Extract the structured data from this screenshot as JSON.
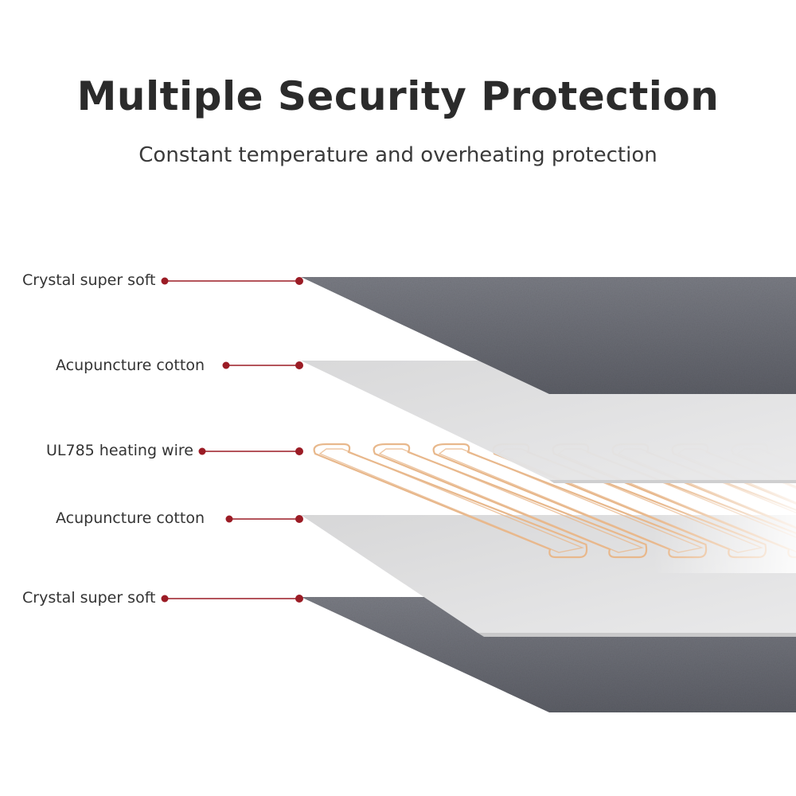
{
  "header": {
    "title": "Multiple Security Protection",
    "subtitle": "Constant temperature and overheating protection"
  },
  "layers": [
    {
      "label": "Crystal super soft",
      "material": "plush"
    },
    {
      "label": "Acupuncture cotton",
      "material": "cotton"
    },
    {
      "label": "UL785 heating wire",
      "material": "wire"
    },
    {
      "label": "Acupuncture cotton",
      "material": "cotton"
    },
    {
      "label": "Crystal super soft",
      "material": "plush"
    }
  ],
  "colors": {
    "plush": "#6c6e76",
    "cotton": "#dcdcdd",
    "wire": "#e8b88c",
    "leader": "#9b1c25",
    "title": "#2b2b2b"
  }
}
